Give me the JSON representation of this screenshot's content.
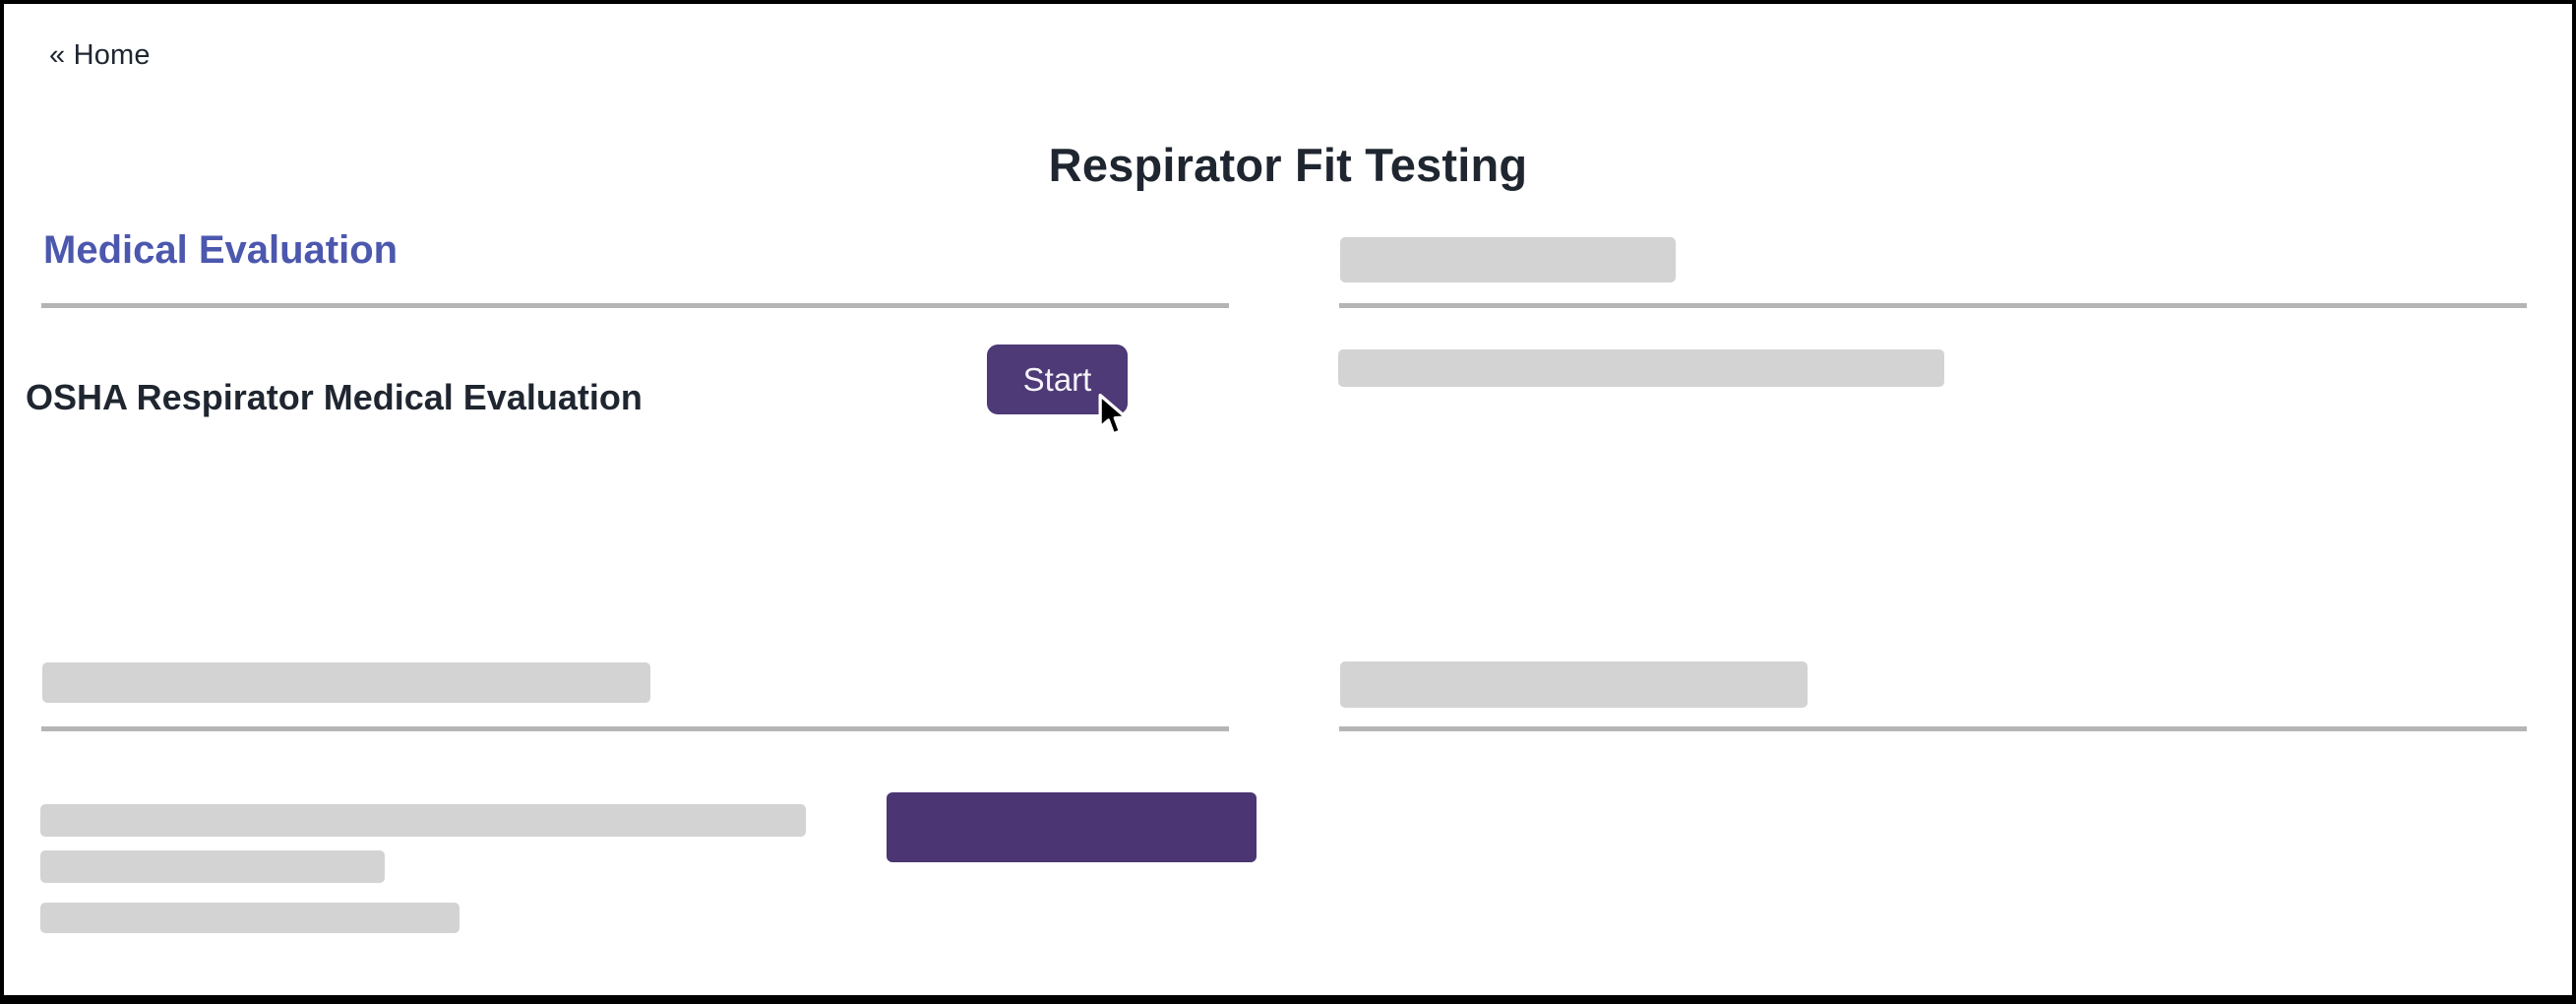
{
  "page": {
    "back_link": "« Home",
    "title": "Respirator Fit Testing"
  },
  "colors": {
    "text_dark": "#1f2630",
    "heading_indigo": "#4c57ae",
    "accent_purple": "#4d3a76",
    "big_button_purple": "#4b3673",
    "placeholder_gray": "#d3d3d3",
    "divider_gray": "#b5b5b5"
  },
  "sections": {
    "medical_evaluation": {
      "heading": "Medical Evaluation",
      "items": [
        {
          "label": "OSHA Respirator Medical Evaluation",
          "action_label": "Start"
        }
      ]
    },
    "right_top": {
      "heading_redacted": true,
      "rows_redacted": 1
    },
    "left_bottom": {
      "heading_redacted": true,
      "rows_redacted": 3,
      "action_button_redacted": true
    },
    "right_bottom": {
      "heading_redacted": true,
      "rows_redacted": 0
    }
  }
}
